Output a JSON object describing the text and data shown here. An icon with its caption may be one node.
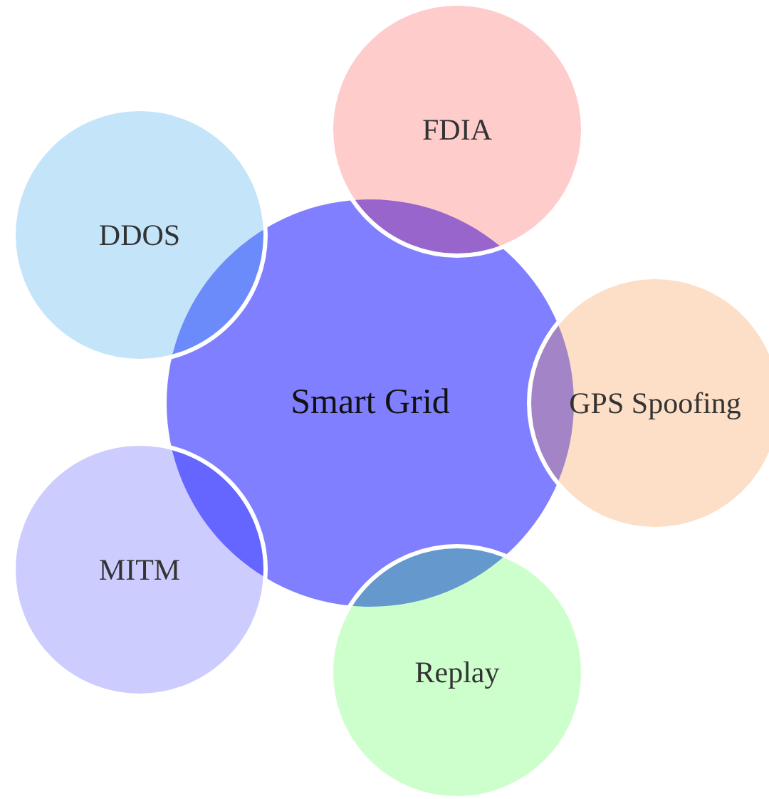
{
  "diagram": {
    "nodes": [
      {
        "text": [
          "Smart Grid"
        ]
      },
      {
        "text": [
          "FDIA"
        ]
      },
      {
        "text": [
          "DDOS"
        ]
      },
      {
        "text": [
          "GPS Spoofing"
        ]
      },
      {
        "text": [
          "MITM"
        ]
      },
      {
        "text": [
          "Replay"
        ]
      }
    ]
  }
}
